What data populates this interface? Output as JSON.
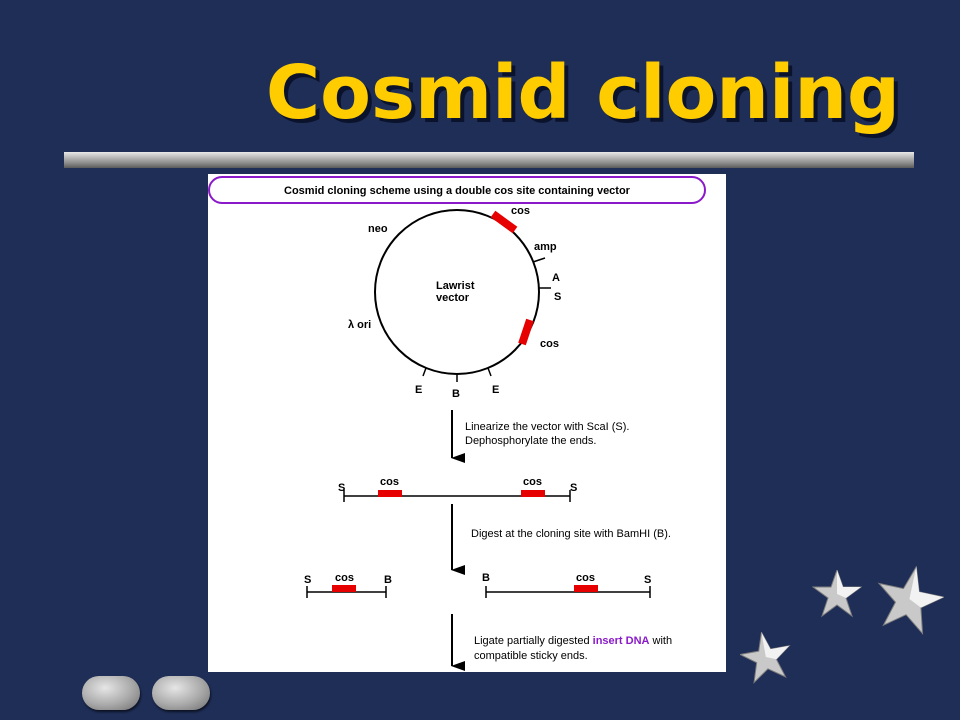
{
  "slide": {
    "title": "Cosmid cloning"
  },
  "diagram": {
    "header": "Cosmid cloning scheme using a double cos site containing vector",
    "vector": {
      "name_line1": "Lawrist",
      "name_line2": "vector",
      "labels": {
        "neo": "neo",
        "cos_top": "cos",
        "amp": "amp",
        "A": "A",
        "S": "S",
        "cos_bottom": "cos",
        "lambda_ori": "λ ori",
        "E_left": "E",
        "B": "B",
        "E_right": "E"
      }
    },
    "step1_line1": "Linearize the vector with ScaI (S).",
    "step1_line2": "Dephosphorylate the ends.",
    "linear": {
      "S_left": "S",
      "cos_left": "cos",
      "cos_right": "cos",
      "S_right": "S"
    },
    "step2": "Digest at the cloning site with BamHI (B).",
    "frag_left": {
      "S": "S",
      "cos": "cos",
      "B": "B"
    },
    "frag_right": {
      "B": "B",
      "cos": "cos",
      "S": "S"
    },
    "step3_pre": "Ligate partially digested ",
    "step3_highlight": "insert DNA",
    "step3_post": " with",
    "step3_line2": "compatible sticky ends."
  },
  "colors": {
    "background": "#1f2e57",
    "title": "#ffcc00",
    "cos_site": "#e60000",
    "highlight": "#8a1ac9",
    "header_border": "#8a1ac9"
  },
  "icons": [
    "prev-button",
    "next-button",
    "star-decoration"
  ]
}
